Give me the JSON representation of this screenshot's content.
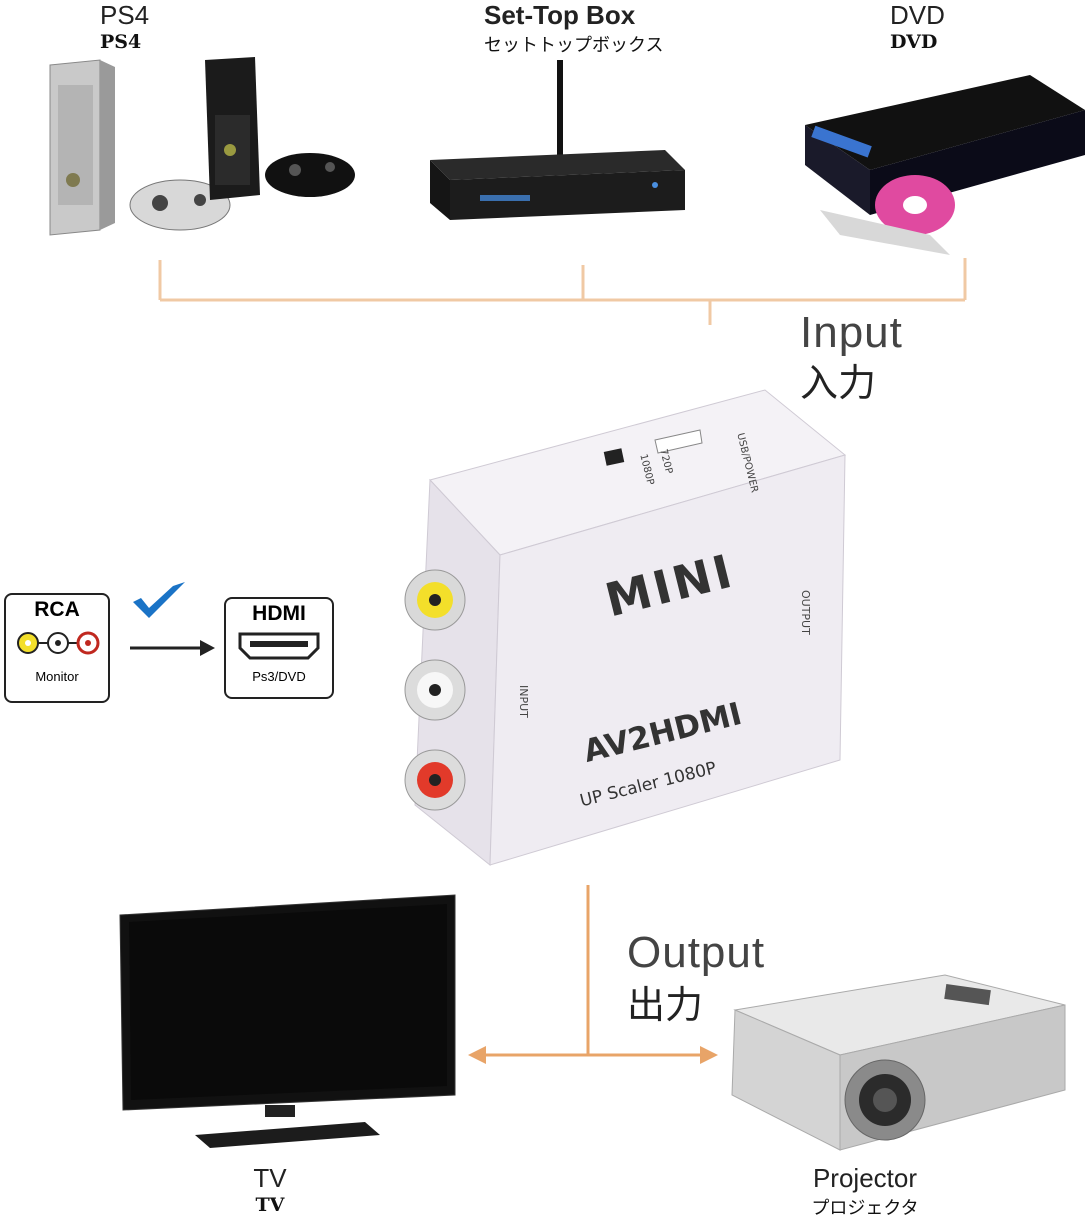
{
  "sources": [
    {
      "name_en": "PS4",
      "name_jp": "PS4"
    },
    {
      "name_en": "Set-Top Box",
      "name_jp": "セットトップボックス"
    },
    {
      "name_en": "DVD",
      "name_jp": "DVD"
    }
  ],
  "input": {
    "label_en": "Input",
    "label_jp": "入力"
  },
  "output": {
    "label_en": "Output",
    "label_jp": "出力"
  },
  "converter": {
    "brand": "MINI",
    "model": "AV2HDMI",
    "subtitle": "UP Scaler 1080P",
    "usb_label": "USB/POWER",
    "switch_label_1": "720P",
    "switch_label_2": "1080P",
    "input_side": "INPUT",
    "output_side": "OUTPUT"
  },
  "conversion": {
    "from_title": "RCA",
    "from_sub": "Monitor",
    "to_title": "HDMI",
    "to_sub": "Ps3/DVD"
  },
  "targets": [
    {
      "name_en": "TV",
      "name_jp": "TV"
    },
    {
      "name_en": "Projector",
      "name_jp": "プロジェクタ"
    }
  ],
  "colors": {
    "connector_line": "#f0c9a4",
    "arrow": "#e8a468",
    "check": "#1a73c6"
  }
}
